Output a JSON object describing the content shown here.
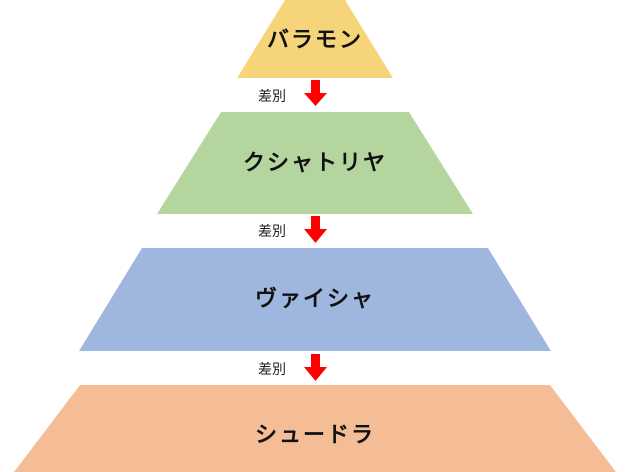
{
  "pyramid": {
    "tiers": [
      {
        "label": "バラモン",
        "color": "#f6d57a"
      },
      {
        "label": "クシャトリヤ",
        "color": "#b5d59e"
      },
      {
        "label": "ヴァイシャ",
        "color": "#9fb6df"
      },
      {
        "label": "シュードラ",
        "color": "#f5bd96"
      }
    ],
    "arrows": [
      {
        "label": "差別",
        "color": "#ff0000"
      },
      {
        "label": "差別",
        "color": "#ff0000"
      },
      {
        "label": "差別",
        "color": "#ff0000"
      }
    ]
  }
}
